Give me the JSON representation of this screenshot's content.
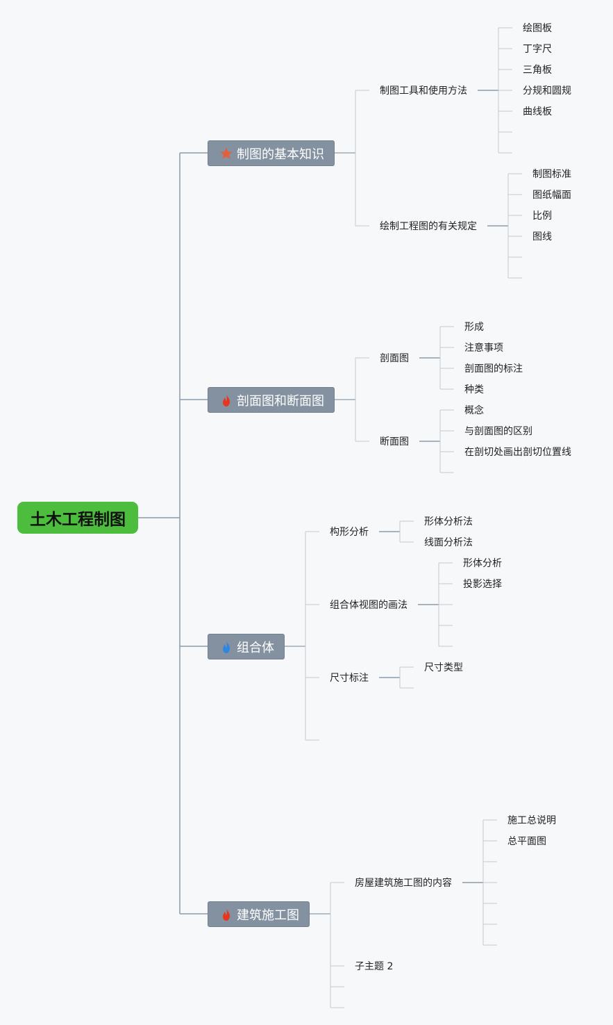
{
  "root": {
    "label": "土木工程制图"
  },
  "branches": [
    {
      "label": "制图的基本知识",
      "icon": "star-icon",
      "icon_color": "#e2603d",
      "children": [
        {
          "label": "制图工具和使用方法",
          "children": [
            "绘图板",
            "丁字尺",
            "三角板",
            "分规和圆规",
            "曲线板"
          ]
        },
        {
          "label": "绘制工程图的有关规定",
          "children": [
            "制图标准",
            "图纸幅面",
            "比例",
            "图线"
          ]
        }
      ]
    },
    {
      "label": "剖面图和断面图",
      "icon": "fire-icon",
      "icon_color": "#e8361c",
      "children": [
        {
          "label": "剖面图",
          "children": [
            "形成",
            "注意事项",
            "剖面图的标注",
            "种类"
          ]
        },
        {
          "label": "断面图",
          "children": [
            "概念",
            "与剖面图的区别",
            "在剖切处画出剖切位置线"
          ]
        }
      ]
    },
    {
      "label": "组合体",
      "icon": "fire-icon",
      "icon_color": "#2f86e0",
      "children": [
        {
          "label": "构形分析",
          "children": [
            "形体分析法",
            "线面分析法"
          ]
        },
        {
          "label": "组合体视图的画法",
          "children": [
            "形体分析",
            "投影选择"
          ]
        },
        {
          "label": "尺寸标注",
          "children": [
            "尺寸类型"
          ]
        }
      ]
    },
    {
      "label": "建筑施工图",
      "icon": "fire-icon",
      "icon_color": "#e8361c",
      "children": [
        {
          "label": "房屋建筑施工图的内容",
          "children": [
            "施工总说明",
            "总平面图"
          ]
        },
        {
          "label": "子主题 2",
          "children": []
        }
      ]
    }
  ],
  "colors": {
    "root_bg": "#4cbd3c",
    "main_bg": "#8391a0",
    "line": "#8e9aa8",
    "background": "#f7f8fa"
  }
}
